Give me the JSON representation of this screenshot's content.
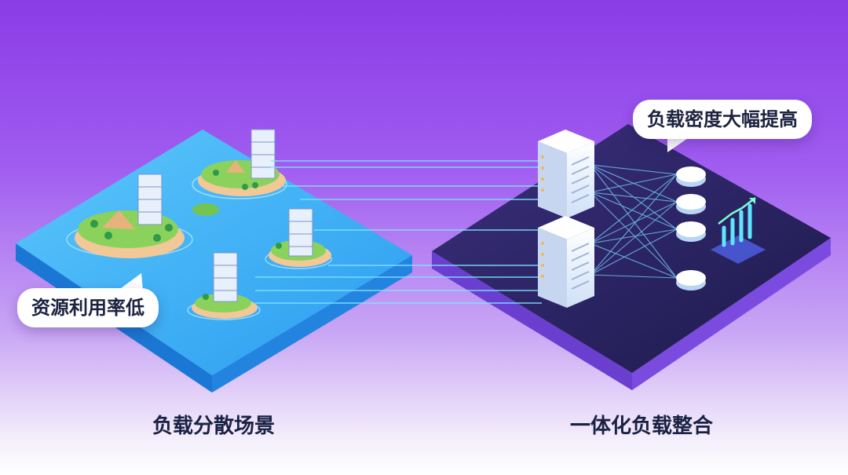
{
  "callouts": {
    "left": "资源利用率低",
    "right": "负载密度大幅提高"
  },
  "captions": {
    "left": "负载分散场景",
    "right": "一体化负载整合"
  },
  "colors": {
    "background_top": "#8a3ce6",
    "water": "#3fb3f5",
    "platform_dark": "#2b2463",
    "link_line": "#7fe3ff"
  }
}
